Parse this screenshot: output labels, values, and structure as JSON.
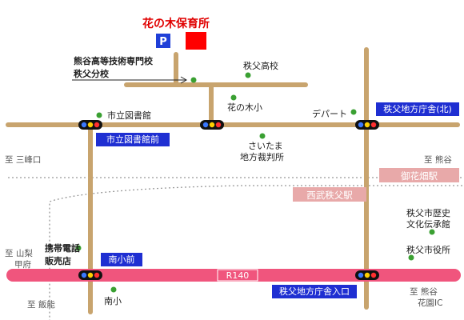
{
  "title": "花の木保育所",
  "parking": "P",
  "landmarks": {
    "kumagaya_school_1": "熊谷高等技術専門校",
    "kumagaya_school_2": "秩父分校",
    "chichibu_high": "秩父高校",
    "hananoki_elem": "花の木小",
    "library": "市立図書館",
    "department_store": "デパート",
    "court_1": "さいたま",
    "court_2": "地方裁判所",
    "museum_1": "秩父市歴史",
    "museum_2": "文化伝承館",
    "city_hall": "秩父市役所",
    "phone_shop_1": "携帯電話",
    "phone_shop_2": "販売店",
    "minami_elem": "南小"
  },
  "signals": {
    "govt_north": "秩父地方庁舎(北)",
    "library_front": "市立図書館前",
    "minami_front": "南小前",
    "govt_entrance": "秩父地方庁舎入口"
  },
  "stations": {
    "ohanabatake": "御花畑駅",
    "seibu_chichibu": "西武秩父駅"
  },
  "roads": {
    "r140": "R140"
  },
  "directions": {
    "mineguchi": "至 三峰口",
    "kumagaya_top": "至 熊谷",
    "yamanashi_1": "至 山梨",
    "yamanashi_2": "甲府",
    "hanno": "至 飯能",
    "kumagaya_ic_1": "至 熊谷",
    "kumagaya_ic_2": "花園IC"
  },
  "colors": {
    "road": "#c8a46e",
    "route140": "#f0557d",
    "signal_label": "#1f2fd2",
    "station_label": "#e8a9a9",
    "landmark_dot": "#3aa032",
    "destination": "#ff0000",
    "parking": "#1f3fd8"
  }
}
